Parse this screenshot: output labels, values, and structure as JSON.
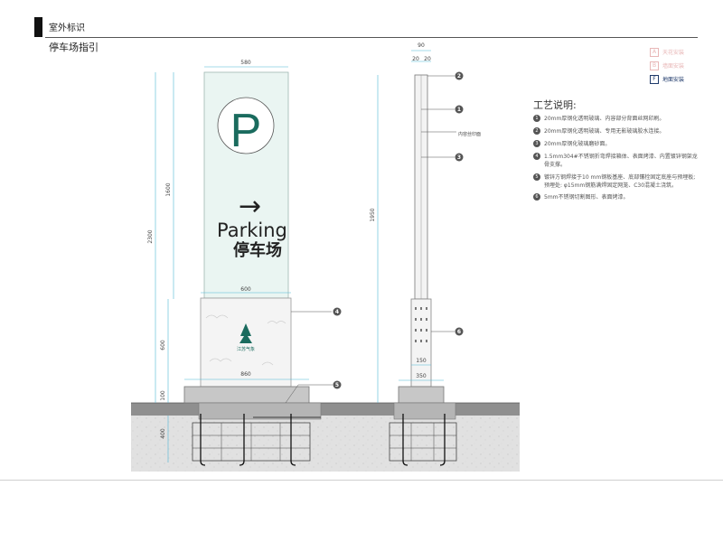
{
  "header": {
    "title": "室外标识",
    "subtitle": "停车场指引"
  },
  "legend": [
    {
      "icon": "A",
      "label": "天花安装",
      "active": false
    },
    {
      "icon": "B",
      "label": "墙面安装",
      "active": false
    },
    {
      "icon": "F",
      "label": "地面安装",
      "active": true
    }
  ],
  "sign": {
    "p_symbol": "P",
    "arrow": "→",
    "english": "Parking",
    "chinese": "停车场",
    "logo_text": "江苏气象"
  },
  "dimensions": {
    "top_width": "580",
    "mid_width": "600",
    "base_width": "860",
    "total_height": "2300",
    "panel_height": "1600",
    "lower_height": "600",
    "plinth_height": "100",
    "foundation_depth": "400",
    "side_total_width": "90",
    "side_left": "20",
    "side_right": "20",
    "side_height": "1950",
    "side_post": "150",
    "side_base": "350"
  },
  "callouts": {
    "c1": "1",
    "c2": "2",
    "c3": "3",
    "c4": "4",
    "c5": "5",
    "c6": "6",
    "print_label": "内容丝印面"
  },
  "notes": {
    "title": "工艺说明:",
    "items": [
      {
        "num": "1",
        "text": "20mm厚钢化透明玻璃、内容部分背面丝网印刷。"
      },
      {
        "num": "2",
        "text": "20mm厚钢化透明玻璃、专用无影玻璃胶水连接。"
      },
      {
        "num": "3",
        "text": "20mm厚钢化玻璃磨砂面。"
      },
      {
        "num": "4",
        "text": "1.5mm304#不锈钢折弯焊接箱体、表面烤漆、内置镀锌钢架龙骨支撑。"
      },
      {
        "num": "5",
        "text": "镀锌方钢焊接于10 mm钢板基座、底部镶栓固定底座与预埋板;预埋处: φ15mm钢筋满焊固定网笼、C30混凝土浇筑。"
      },
      {
        "num": "6",
        "text": "5mm不锈钢切割图形、表面烤漆。"
      }
    ]
  },
  "colors": {
    "accent": "#1a6b5e",
    "panel": "#edf6f4",
    "dim_line": "#4fb8d6",
    "ground": "#d9d9d9"
  }
}
